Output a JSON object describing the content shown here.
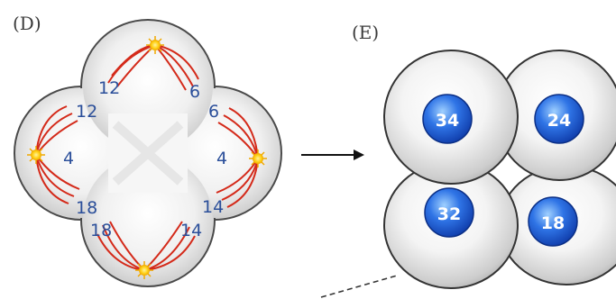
{
  "panels": {
    "d": {
      "label": "(D)",
      "cell_labels": {
        "top_left": "12",
        "top_right": "6",
        "right_top": "6",
        "right_mid": "4",
        "right_bottom": "14",
        "bottom_right": "14",
        "bottom_left": "18",
        "left_bottom": "18",
        "left_mid": "4",
        "left_top": "12"
      }
    },
    "e": {
      "label": "(E)",
      "nuclei": {
        "top_left": "34",
        "top_right": "24",
        "bottom_left": "32",
        "bottom_right": "18"
      }
    }
  },
  "colors": {
    "label_blue": "#2b4f9a",
    "spindle_red": "#d42a1a",
    "pole_yellow": "#ffd21a",
    "nucleus_blue": "#1d5fd6",
    "cell_gray": "#cfcfcf"
  }
}
